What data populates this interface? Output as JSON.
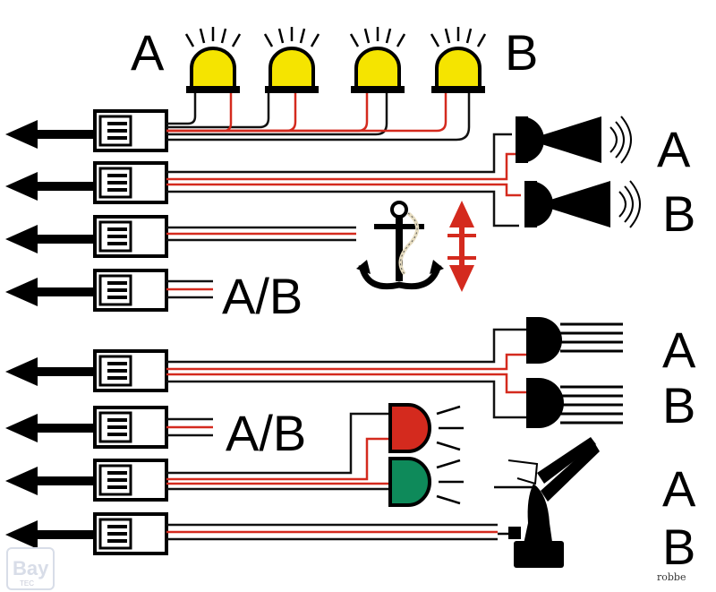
{
  "labels": {
    "lights_a": "A",
    "lights_b": "B",
    "horn_a": "A",
    "horn_b": "B",
    "row4_ab": "A/B",
    "row5_a": "A",
    "row5_b": "B",
    "row6_ab": "A/B",
    "row7_a": "A",
    "row8_b": "B"
  },
  "watermark": {
    "logo": "Bay",
    "logo_sub": "TEC",
    "brand": "robbe"
  },
  "colors": {
    "wire_black": "#111111",
    "wire_red": "#d42a1e",
    "beacon_yellow": "#f5e400",
    "lamp_red": "#d42a1e",
    "lamp_green": "#0e8a5a",
    "arrow_red": "#d42a1e",
    "rope": "#e6dcc0"
  },
  "icons": [
    "arrow-left-icon",
    "connector-icon",
    "beacon-icon",
    "horn-icon",
    "anchor-icon",
    "up-down-arrow-icon",
    "lamp-icon",
    "searchlight-icon"
  ]
}
